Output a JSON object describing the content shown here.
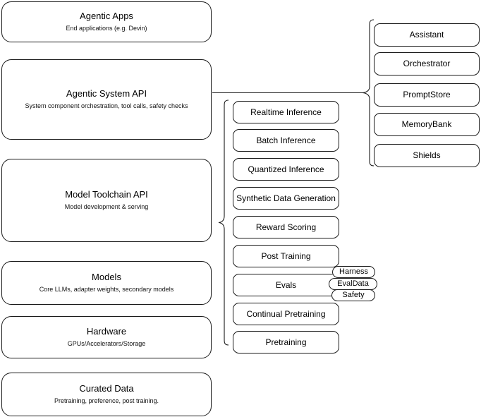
{
  "diagram": {
    "title": "AI stack layered architecture",
    "accent_color": "#1a1a1a",
    "background_color": "#ffffff"
  },
  "layers": [
    {
      "name": "agentic-apps",
      "title": "Agentic Apps",
      "subtitle": "End applications (e.g. Devin)"
    },
    {
      "name": "agentic-system-api",
      "title": "Agentic System API",
      "subtitle": "System component orchestration, tool calls, safety checks"
    },
    {
      "name": "model-toolchain-api",
      "title": "Model Toolchain API",
      "subtitle": "Model development & serving"
    },
    {
      "name": "models",
      "title": "Models",
      "subtitle": "Core LLMs, adapter weights, secondary models"
    },
    {
      "name": "hardware",
      "title": "Hardware",
      "subtitle": "GPUs/Accelerators/Storage"
    },
    {
      "name": "curated-data",
      "title": "Curated Data",
      "subtitle": "Pretraining, preference, post training."
    }
  ],
  "toolchain_items": [
    {
      "name": "realtime-inference",
      "label": "Realtime Inference"
    },
    {
      "name": "batch-inference",
      "label": "Batch Inference"
    },
    {
      "name": "quantized-inference",
      "label": "Quantized Inference"
    },
    {
      "name": "synthetic-data-generation",
      "label": "Synthetic Data Generation"
    },
    {
      "name": "reward-scoring",
      "label": "Reward Scoring"
    },
    {
      "name": "post-training",
      "label": "Post Training"
    },
    {
      "name": "evals",
      "label": "Evals"
    },
    {
      "name": "continual-pretraining",
      "label": "Continual Pretraining"
    },
    {
      "name": "pretraining",
      "label": "Pretraining"
    }
  ],
  "eval_badges": [
    {
      "name": "harness",
      "label": "Harness"
    },
    {
      "name": "evaldata",
      "label": "EvalData"
    },
    {
      "name": "safety",
      "label": "Safety"
    }
  ],
  "system_items": [
    {
      "name": "assistant",
      "label": "Assistant"
    },
    {
      "name": "orchestrator",
      "label": "Orchestrator"
    },
    {
      "name": "promptstore",
      "label": "PromptStore"
    },
    {
      "name": "memorybank",
      "label": "MemoryBank"
    },
    {
      "name": "shields",
      "label": "Shields"
    }
  ]
}
